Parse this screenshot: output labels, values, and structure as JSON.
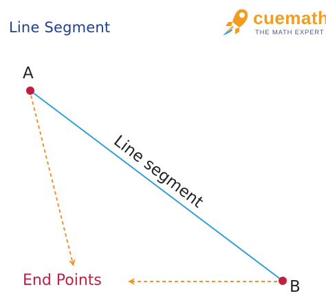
{
  "title": "Line Segment",
  "logo": {
    "word": "cuemath",
    "tagline": "THE MATH EXPERT",
    "icon": "rocket-icon"
  },
  "diagram": {
    "point_a_label": "A",
    "point_b_label": "B",
    "segment_label": "Line segment",
    "endpoints_label": "End Points"
  },
  "colors": {
    "title": "#1f3f8f",
    "segment": "#2e9fd8",
    "point": "#c0203f",
    "arrow": "#f0932b",
    "brand": "#f39c1f",
    "endpoints_text": "#c0203f"
  }
}
